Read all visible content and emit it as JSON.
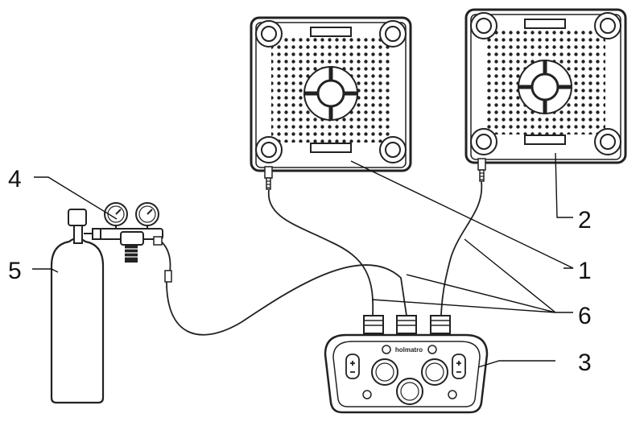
{
  "callouts": [
    {
      "id": "gas-cylinder",
      "label": "5"
    },
    {
      "id": "pressure-regulator",
      "label": "4"
    },
    {
      "id": "cushion-left",
      "label": "1"
    },
    {
      "id": "cushion-right",
      "label": "2"
    },
    {
      "id": "control-unit",
      "label": "3"
    },
    {
      "id": "hoses",
      "label": "6"
    }
  ],
  "control_unit": {
    "brand": "holmatro"
  },
  "colors": {
    "line": "#222222",
    "background": "#ffffff"
  }
}
